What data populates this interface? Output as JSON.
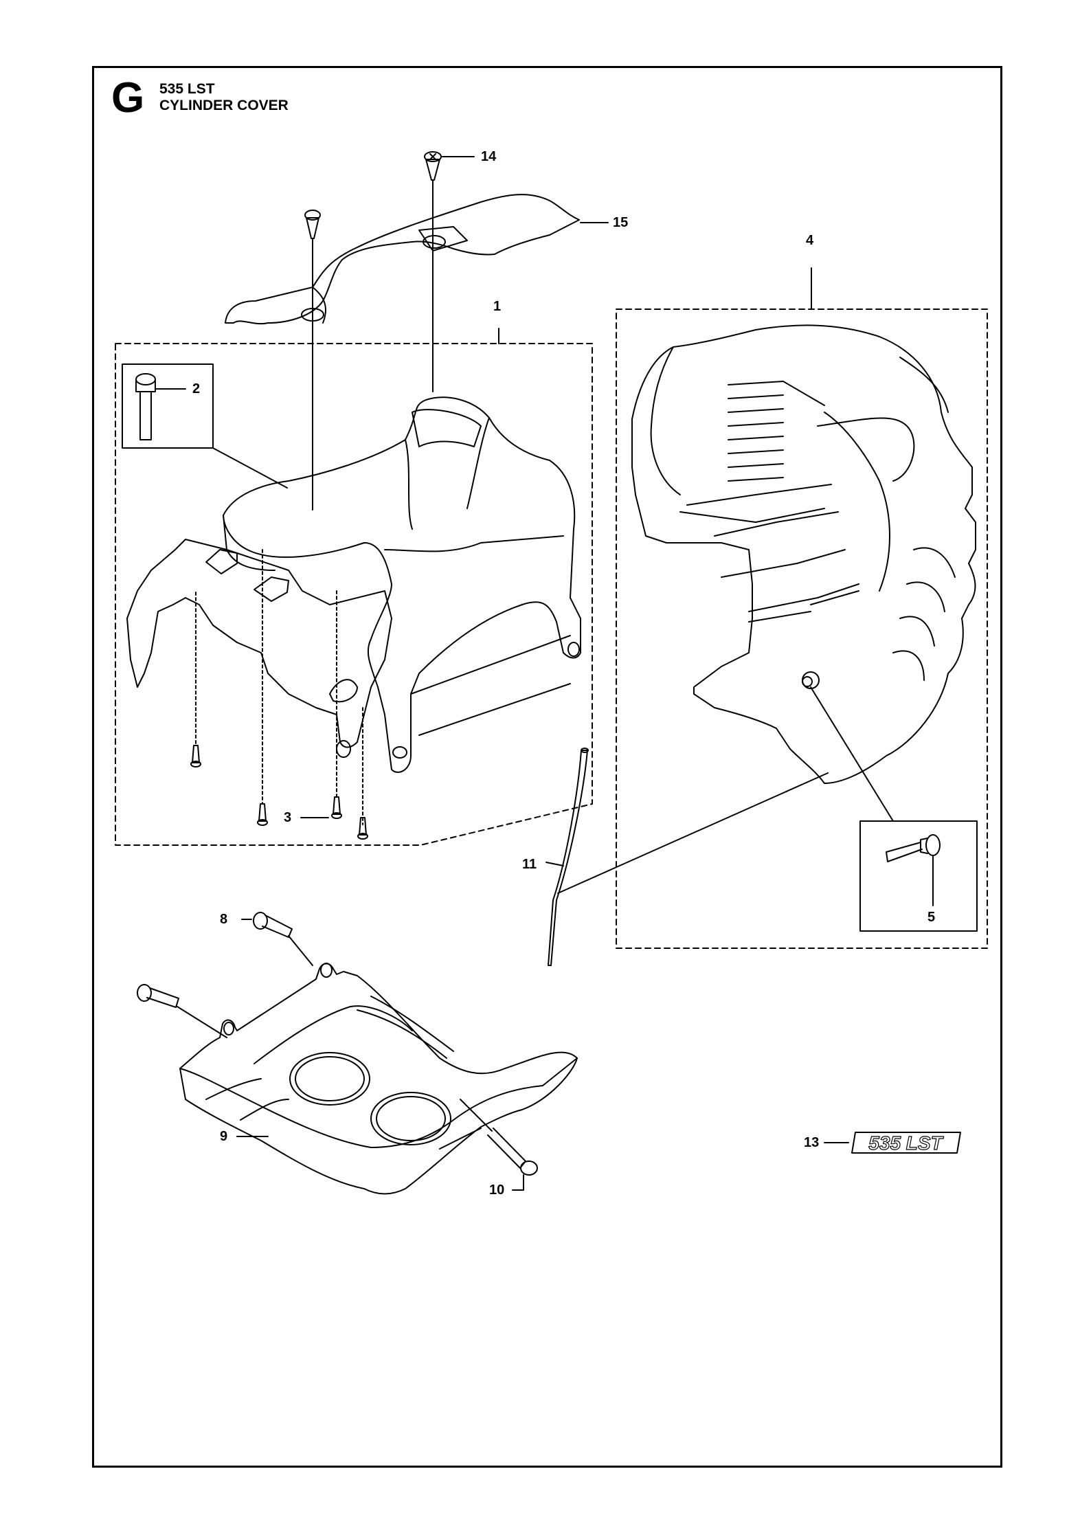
{
  "header": {
    "section_letter": "G",
    "model": "535 LST",
    "title": "CYLINDER COVER"
  },
  "callouts": {
    "c1": "1",
    "c2": "2",
    "c3": "3",
    "c4": "4",
    "c5": "5",
    "c8": "8",
    "c9": "9",
    "c10": "10",
    "c11": "11",
    "c13": "13",
    "c14": "14",
    "c15": "15"
  },
  "decal": {
    "text": "535 LST"
  },
  "colors": {
    "line": "#000000",
    "background": "#ffffff"
  }
}
